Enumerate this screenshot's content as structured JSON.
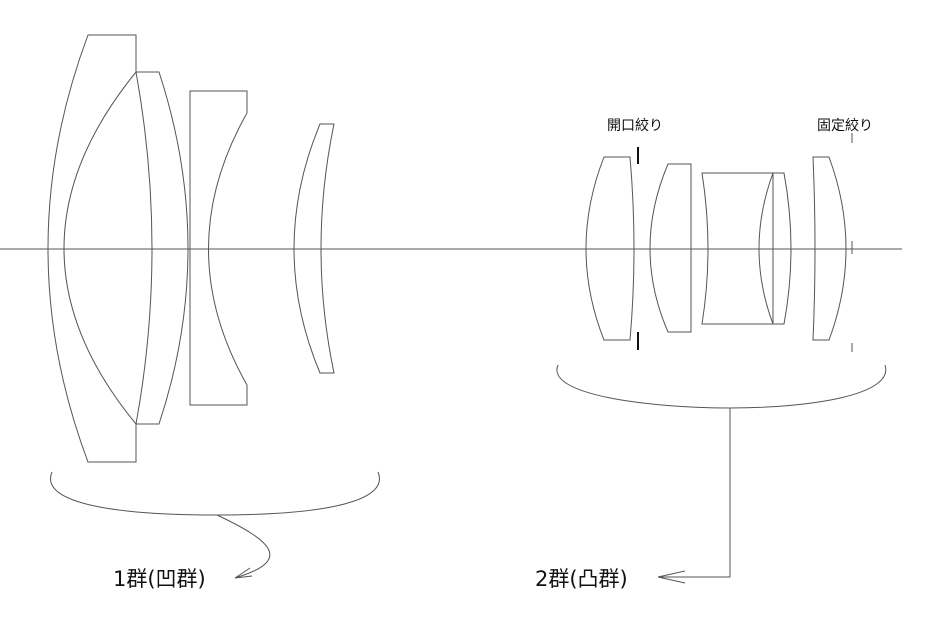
{
  "labels": {
    "aperture_stop": "開口絞り",
    "fixed_stop": "固定絞り",
    "group1": "1群(凹群)",
    "group2": "2群(凸群)"
  },
  "colors": {
    "line": "#555555",
    "stop": "#111111",
    "text": "#111111"
  }
}
